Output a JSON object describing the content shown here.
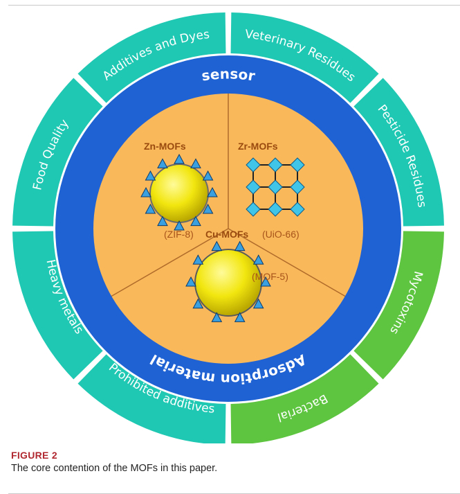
{
  "figure": {
    "outer_ring": [
      {
        "label": "Veterinary Residues",
        "color": "#1fc8b2",
        "flip": false
      },
      {
        "label": "Pesticide Residues",
        "color": "#1fc8b2",
        "flip": false
      },
      {
        "label": "Mycotoxins",
        "color": "#5dc540",
        "flip": false
      },
      {
        "label": "Bacterial",
        "color": "#5dc540",
        "flip": false
      },
      {
        "label": "Prohibited additives",
        "color": "#1fc8b2",
        "flip": true
      },
      {
        "label": "Heavy metals",
        "color": "#1fc8b2",
        "flip": true
      },
      {
        "label": "Food Quality",
        "color": "#1fc8b2",
        "flip": false
      },
      {
        "label": "Additives and Dyes",
        "color": "#1fc8b2",
        "flip": false
      }
    ],
    "blue_ring": {
      "top_label": "sensor",
      "bottom_label": "Adsorption material",
      "color": "#1f62d4"
    },
    "core": {
      "color": "#f9b95b",
      "sectors": [
        {
          "title": "Zn-MOFs",
          "subtitle": "(ZIF-8)"
        },
        {
          "title": "Zr-MOFs",
          "subtitle": "(UiO-66)"
        },
        {
          "title": "Cu-MOFs",
          "subtitle": "(MOF-5)"
        }
      ]
    }
  },
  "caption": {
    "label": "FIGURE 2",
    "text": "The core contention of the MOFs in this paper."
  }
}
